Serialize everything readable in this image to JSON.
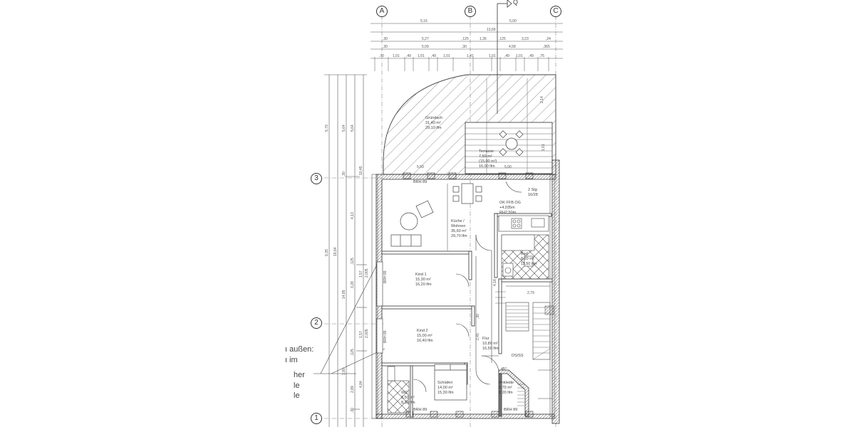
{
  "axes": {
    "columns": [
      "A",
      "B",
      "C"
    ],
    "rows": [
      "3",
      "2",
      "1"
    ]
  },
  "top_dimensions": {
    "row1": [
      "5,16",
      "5,00"
    ],
    "row2": [
      "13,69"
    ],
    "row3": [
      ",30",
      "5,27",
      ",125",
      "1,35",
      ",125",
      "3,23",
      ",24"
    ],
    "row4": [
      ",30",
      "5,09",
      ",30",
      "4,58",
      ",365"
    ],
    "row5": [
      ",70",
      "1,01",
      ",49",
      "1,01",
      ",49",
      "1,01",
      "1,41",
      "1,01",
      ",49",
      "1,01",
      ",49",
      ",75"
    ]
  },
  "left_dimensions": {
    "col1": [
      "5,79",
      "9,35"
    ],
    "col2": [
      "19,64"
    ],
    "col3": [
      "5,64",
      ",30",
      "14,85",
      "3,90"
    ],
    "col4": [
      "5,64",
      "4,13",
      ",125",
      "3,28",
      ",125",
      "2,89",
      ",30"
    ],
    "col5": [
      "10,45",
      "1,57",
      "2,005",
      "1,57",
      "2,005",
      "4,84"
    ]
  },
  "rooms": [
    {
      "name": "Gründach",
      "area": "31,40 m²",
      "perimeter": "29,10 lfm"
    },
    {
      "name": "Terrasse",
      "area": "7,50 m²",
      "area2": "(15,00 m²)",
      "perimeter": "16,00 lfm"
    },
    {
      "name": "Küche / Wohnen",
      "name1": "Küche /",
      "name2": "Wohnen",
      "area": "35,60 m²",
      "perimeter": "29,70 lfm"
    },
    {
      "name": "Bad",
      "area": "8,20 m²",
      "perimeter": "11,50 lfm"
    },
    {
      "name": "Kind 1",
      "area": "15,30 m²",
      "perimeter": "16,20 lfm"
    },
    {
      "name": "Kind 2",
      "area": "15,00 m²",
      "perimeter": "16,40 lfm"
    },
    {
      "name": "Flur",
      "area": "10,80 m²",
      "perimeter": "16,50 lfm"
    },
    {
      "name": "Schlafen",
      "area": "14,00 m²",
      "perimeter": "15,30 lfm"
    },
    {
      "name": "WC",
      "area": "3,50 m²",
      "perimeter": "8,30 lfm"
    },
    {
      "name": "Ankleide",
      "area": "5,70 m²",
      "perimeter": "8,20 lfm"
    }
  ],
  "annotations": {
    "level": "OK FFB OG",
    "level_height": "+4,035m",
    "room_height": "RH2,50m",
    "stairs": "2 Stg",
    "stairs_ratio": "16/28",
    "brh_top": "BRH 89",
    "brh_left1": "BRH 89",
    "brh_left2": "BRH 89",
    "brh_bottom1": "BRH 89",
    "brh_bottom2": "BRH 89",
    "ds_ss": "DS/SS",
    "angle": "45°",
    "terrace_dim_left": "5,59",
    "terrace_dim_right": "5,00",
    "stair_width": "2,79",
    "hatch_dim": "2,14",
    "terrace_depth": "1,61",
    "flur_dim": "4,18",
    "flur_dim2": "2,45",
    "door_dim": ",30"
  },
  "side_note": {
    "lines": [
      "ı außen:",
      "ı im",
      "her",
      "le",
      "le"
    ]
  },
  "north_marker": "Q"
}
